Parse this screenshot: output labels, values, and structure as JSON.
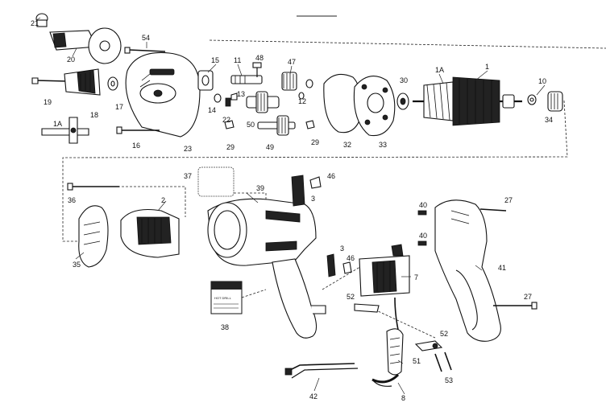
{
  "labels": {
    "l21": "21",
    "l20": "20",
    "l54": "54",
    "l48": "48",
    "l47": "47",
    "l15": "15",
    "l11": "11",
    "l13": "13",
    "l14": "14",
    "l22": "22",
    "l12": "12",
    "l50": "50",
    "l49": "49",
    "l29a": "29",
    "l29b": "29",
    "l23": "23",
    "l19": "19",
    "l18": "18",
    "l17": "17",
    "l16": "16",
    "l1a_key": "1A",
    "l32": "32",
    "l33": "33",
    "l30": "30",
    "l1a": "1A",
    "l1": "1",
    "l10": "10",
    "l34": "34",
    "l37": "37",
    "l39": "39",
    "l46a": "46",
    "l3a": "3",
    "l36": "36",
    "l2": "2",
    "l35": "35",
    "l3b": "3",
    "l46b": "46",
    "l7": "7",
    "l38": "38",
    "l40a": "40",
    "l40b": "40",
    "l27a": "27",
    "l27b": "27",
    "l41": "41",
    "l52a": "52",
    "l52b": "52",
    "l51": "51",
    "l53": "53",
    "l42": "42",
    "l8": "8"
  },
  "nameplate": {
    "brand": "",
    "line1": "HOT DRILL"
  },
  "colors": {
    "ink": "#111111",
    "paper": "#ffffff"
  }
}
